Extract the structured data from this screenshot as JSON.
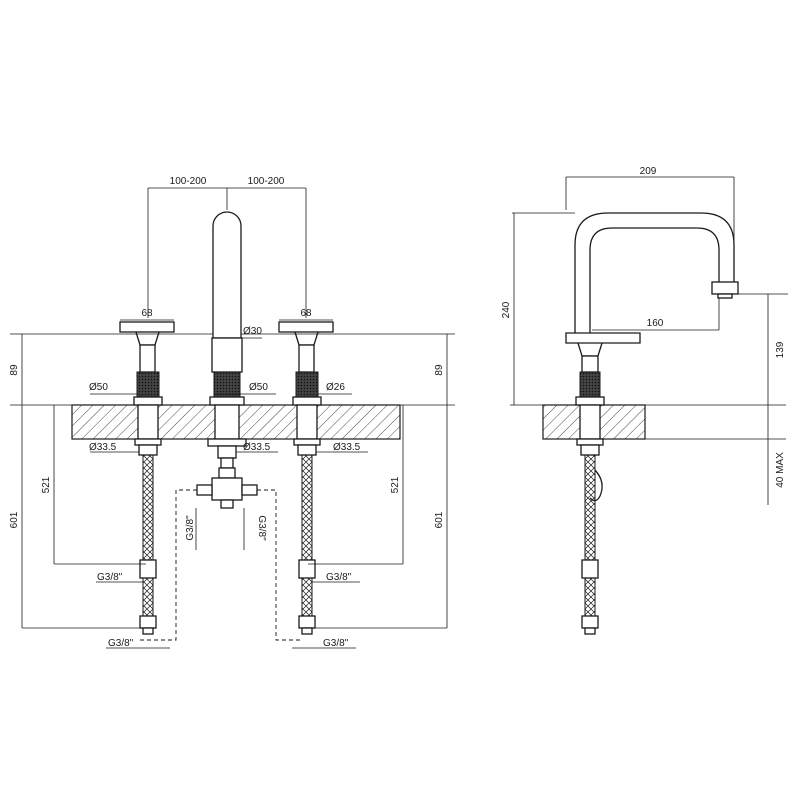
{
  "front_view": {
    "spacing_left": "100-200",
    "spacing_right": "100-200",
    "handle_width_left": "68",
    "handle_width_right": "68",
    "spout_diameter": "Ø30",
    "body_diameter_left": "Ø50",
    "body_diameter_center": "Ø50",
    "body_diameter_right": "Ø26",
    "shank_diameter_left": "Ø33.5",
    "shank_diameter_center": "Ø33.5",
    "shank_diameter_right": "Ø33.5",
    "height_above_deck_left": "89",
    "height_above_deck_right": "89",
    "hose_length_left": "521",
    "hose_length_right": "521",
    "total_below_left": "601",
    "total_below_right": "601",
    "thread_hose_left": "G3/8\"",
    "thread_hose_right": "G3/8\"",
    "thread_tee_left": "G3/8\"",
    "thread_tee_right": "G3/8\"",
    "thread_bottom_left": "G3/8\"",
    "thread_bottom_right": "G3/8\""
  },
  "side_view": {
    "reach_total": "209",
    "reach_spout": "160",
    "spout_height": "240",
    "outlet_height": "139",
    "deck_thickness": "40 MAX"
  }
}
